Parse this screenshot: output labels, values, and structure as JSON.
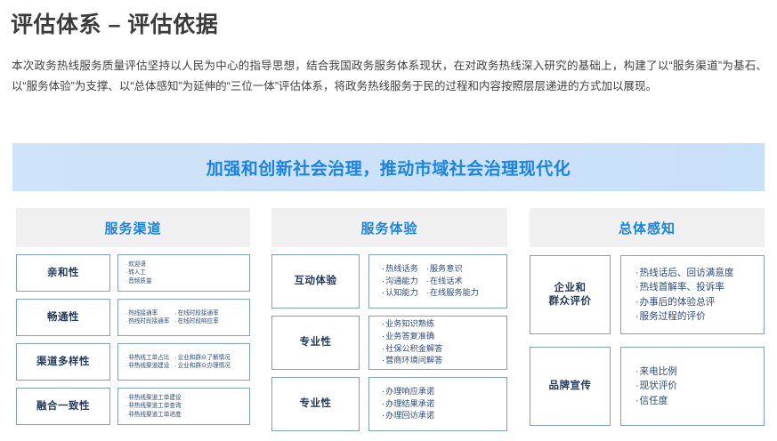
{
  "page_title": "评估体系 – 评估依据",
  "intro_paragraph": "本次政务热线服务质量评估坚持以人民为中心的指导思想，结合我国政务服务体系现状，在对政务热线深入研究的基础上，构建了以“服务渠道”为基石、以“服务体验”为支撑、以“总体感知”为延伸的“三位一体”评估体系，将政务热线服务于民的过程和内容按照层层递进的方式加以展现。",
  "banner": {
    "text": "加强和创新社会治理，推动市域社会治理现代化",
    "bg_start": "#CFE3FA",
    "bg_end": "#C9E0F9",
    "text_color": "#1883E8"
  },
  "colors": {
    "accent_blue": "#1883E8",
    "box_border": "#7F9FD1",
    "label_text": "#223A5E",
    "detail_text": "#2C4A7C",
    "header_bg": "#F0F0F0",
    "title_text": "#3B3B3B",
    "body_text": "#3F3F3F"
  },
  "columns": [
    {
      "header": "服务渠道",
      "rows": [
        {
          "label": "亲和性",
          "detail_columns": [
            [
              "欢迎语",
              "转人工",
              "音频质量"
            ]
          ]
        },
        {
          "label": "畅通性",
          "detail_columns": [
            [
              "热线接通率",
              "热线时段接通率"
            ],
            [
              "在线时段接通率",
              "在线时段响应率"
            ]
          ]
        },
        {
          "label": "渠道多样性",
          "detail_columns": [
            [
              "非热线工单占比",
              "非热线渠道建设"
            ],
            [
              "企业和群众了解情况",
              "企业和群众办理情况"
            ]
          ]
        },
        {
          "label": "融合一致性",
          "detail_columns": [
            [
              "非热线渠道工单建设",
              "非热线渠道工单查询",
              "非热线渠道工单进度"
            ]
          ]
        }
      ]
    },
    {
      "header": "服务体验",
      "rows": [
        {
          "label": "互动体验",
          "detail_columns": [
            [
              "热线话务",
              "沟通能力",
              "认知能力"
            ],
            [
              "服务意识",
              "在线话术",
              "在线服务能力"
            ]
          ]
        },
        {
          "label": "专业性",
          "detail_columns": [
            [
              "业务知识熟练",
              "业务答复准确",
              "社保公积金解答",
              "营商环境问解答"
            ]
          ]
        },
        {
          "label": "专业性",
          "detail_columns": [
            [
              "办理响应承诺",
              "办理结果承诺",
              "办理回访承诺"
            ]
          ]
        }
      ]
    },
    {
      "header": "总体感知",
      "rows": [
        {
          "label": "企业和\n群众评价",
          "detail_columns": [
            [
              "热线话后、回访满意度",
              "热线首解率、投诉率",
              "办事后的体验总评",
              "服务过程的评价"
            ]
          ]
        },
        {
          "label": "品牌宣传",
          "detail_columns": [
            [
              "来电比例",
              "现状评价",
              "信任度"
            ]
          ]
        }
      ]
    }
  ]
}
